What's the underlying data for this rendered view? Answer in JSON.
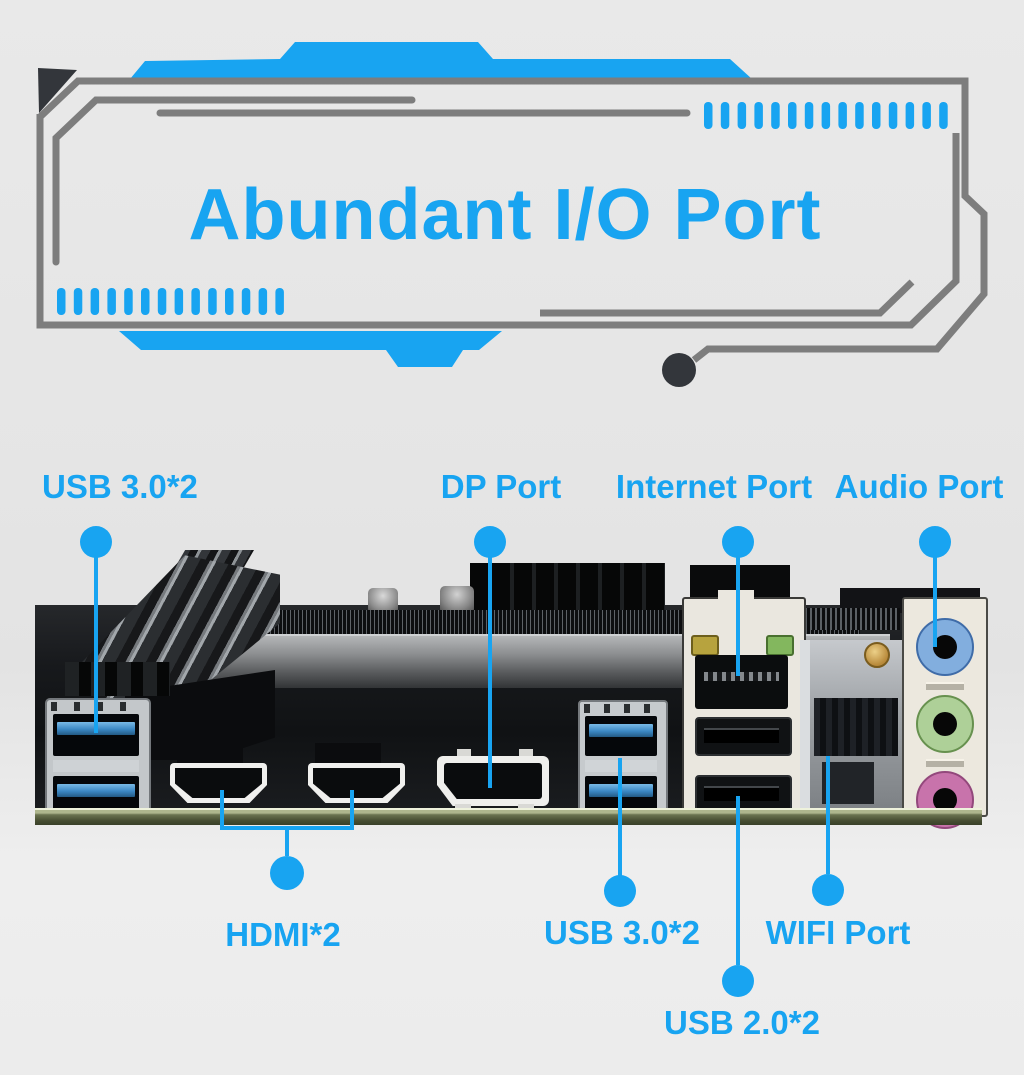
{
  "title": "Abundant I/O Port",
  "colors": {
    "accent": "#18a4f1",
    "frame_gray": "#7d7d7d",
    "dark_shape": "#33363b",
    "pcb_green": "#58603f"
  },
  "callouts_top": [
    {
      "id": "usb3-rear",
      "label": "USB 3.0*2"
    },
    {
      "id": "dp",
      "label": "DP Port"
    },
    {
      "id": "internet",
      "label": "Internet Port"
    },
    {
      "id": "audio",
      "label": "Audio Port"
    }
  ],
  "callouts_bottom": [
    {
      "id": "hdmi",
      "label": "HDMI*2"
    },
    {
      "id": "usb3-front",
      "label": "USB 3.0*2"
    },
    {
      "id": "wifi",
      "label": "WIFI Port"
    },
    {
      "id": "usb2",
      "label": "USB 2.0*2"
    }
  ]
}
